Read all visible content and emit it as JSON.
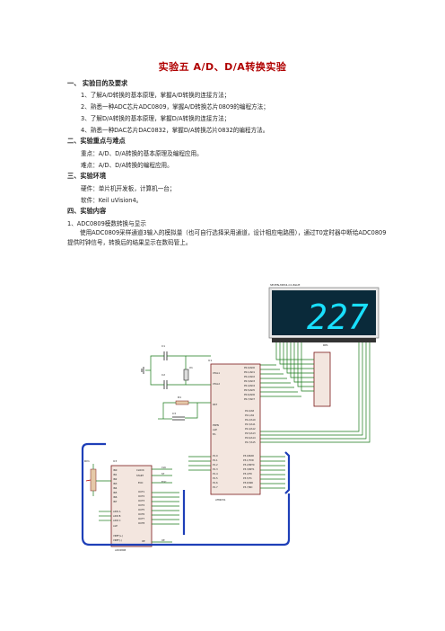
{
  "doc": {
    "title": "实验五 A/D、D/A转换实验",
    "sections": {
      "s1": "一、 实验目的及要求",
      "s2": "二、实验重点与难点",
      "s3": "三、实验环境",
      "s4": "四、实验内容"
    },
    "goals": [
      "1、了解A/D转换的基本原理，掌握A/D转换的连接方法；",
      "2、熟悉一种ADC芯片ADC0809，掌握A/D转换芯片0809的编程方法；",
      "3、了解D/A转换的基本原理，掌握D/A转换的连接方法；",
      "4、熟悉一种DAC芯片DAC0832，掌握D/A转换芯片0832的编程方法。"
    ],
    "focus": [
      "重点：A/D、D/A转换的基本原理及编程应用。",
      "难点：A/D、D/A转换的编程应用。"
    ],
    "env": [
      "硬件：单片机开发板，计算机一台；",
      "软件：Keil uVision4。"
    ],
    "content_sub": "1、ADC0809模数转换与显示",
    "content_para": "使用ADC0809采样通道3输入的模拟量（也可自行选择采用通道，设计相应电路图），通过T0定时器中断给ADC0809提供时钟信号，转换后的结果显示在数码管上。"
  },
  "schematic": {
    "display_label": "SEVEN-MPX4-CC-BLUE",
    "display_digits": "227",
    "display_color": "#19e0ff",
    "rp_label": "RP1",
    "u1_label": "U1",
    "u1_part": "AT89C51",
    "u3_label": "U3",
    "u3_part": "ADC0808",
    "rv_label": "RV1",
    "c1": "C1",
    "c2": "C2",
    "c3": "C3",
    "x1": "X1",
    "r1": "R1",
    "xtal_pins": [
      "XTAL1",
      "XTAL2"
    ],
    "rst_pin": "RST",
    "ctrl_pins": [
      "PSEN",
      "ALE",
      "EA"
    ],
    "p0_pins": [
      "P0.0/AD0",
      "P0.1/AD1",
      "P0.2/AD2",
      "P0.3/AD3",
      "P0.4/AD4",
      "P0.5/AD5",
      "P0.6/AD6",
      "P0.7/AD7"
    ],
    "p2_pins": [
      "P2.0/A8",
      "P2.1/A9",
      "P2.2/A10",
      "P2.3/A11",
      "P2.4/A12",
      "P2.5/A13",
      "P2.6/A14",
      "P2.7/A15"
    ],
    "p3_pins": [
      "P3.0/RXD",
      "P3.1/TXD",
      "P3.2/INT0",
      "P3.3/INT1",
      "P3.4/T0",
      "P3.5/T1",
      "P3.6/WR",
      "P3.7/RD"
    ],
    "p1_pins": [
      "P1.0",
      "P1.1",
      "P1.2",
      "P1.3",
      "P1.4",
      "P1.5",
      "P1.6",
      "P1.7"
    ],
    "adc_in_pins": [
      "IN0",
      "IN1",
      "IN2",
      "IN3",
      "IN4",
      "IN5",
      "IN6",
      "IN7"
    ],
    "adc_addr_pins": [
      "ADD A",
      "ADD B",
      "ADD C",
      "ALE"
    ],
    "adc_ref_pins": [
      "VREF(+)",
      "VREF(-)"
    ],
    "adc_right_pins": [
      "CLOCK",
      "START",
      "EOC",
      "OUT1",
      "OUT2",
      "OUT3",
      "OUT4",
      "OUT5",
      "OUT6",
      "OUT7",
      "OUT8",
      "OE"
    ],
    "net_labels": [
      "CLK",
      "ST",
      "EOC",
      "OE"
    ]
  }
}
